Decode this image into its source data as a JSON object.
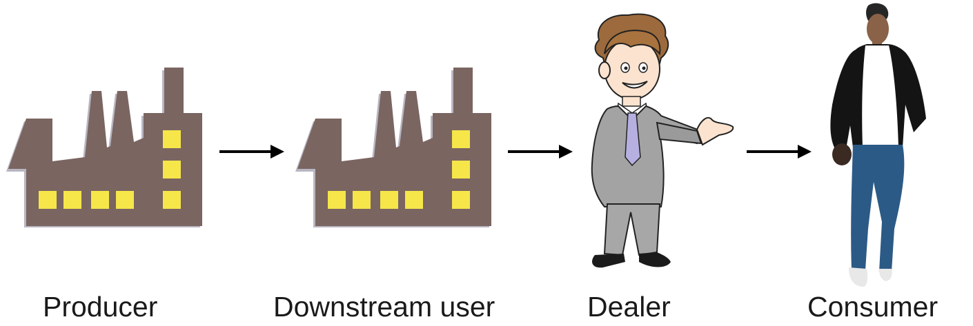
{
  "diagram": {
    "nodes": [
      {
        "id": "producer",
        "label": "Producer",
        "icon": "factory-icon"
      },
      {
        "id": "downstream",
        "label": "Downstream user",
        "icon": "factory-icon"
      },
      {
        "id": "dealer",
        "label": "Dealer",
        "icon": "cartoon-salesman-icon"
      },
      {
        "id": "consumer",
        "label": "Consumer",
        "icon": "walking-man-icon"
      }
    ],
    "edges": [
      {
        "from": "producer",
        "to": "downstream"
      },
      {
        "from": "downstream",
        "to": "dealer"
      },
      {
        "from": "dealer",
        "to": "consumer"
      }
    ],
    "colors": {
      "factory_body": "#7a6561",
      "factory_shadow": "#b9b6c2",
      "factory_window": "#f6e64a",
      "arrow": "#000000",
      "label_text": "#1a1a1a"
    }
  }
}
